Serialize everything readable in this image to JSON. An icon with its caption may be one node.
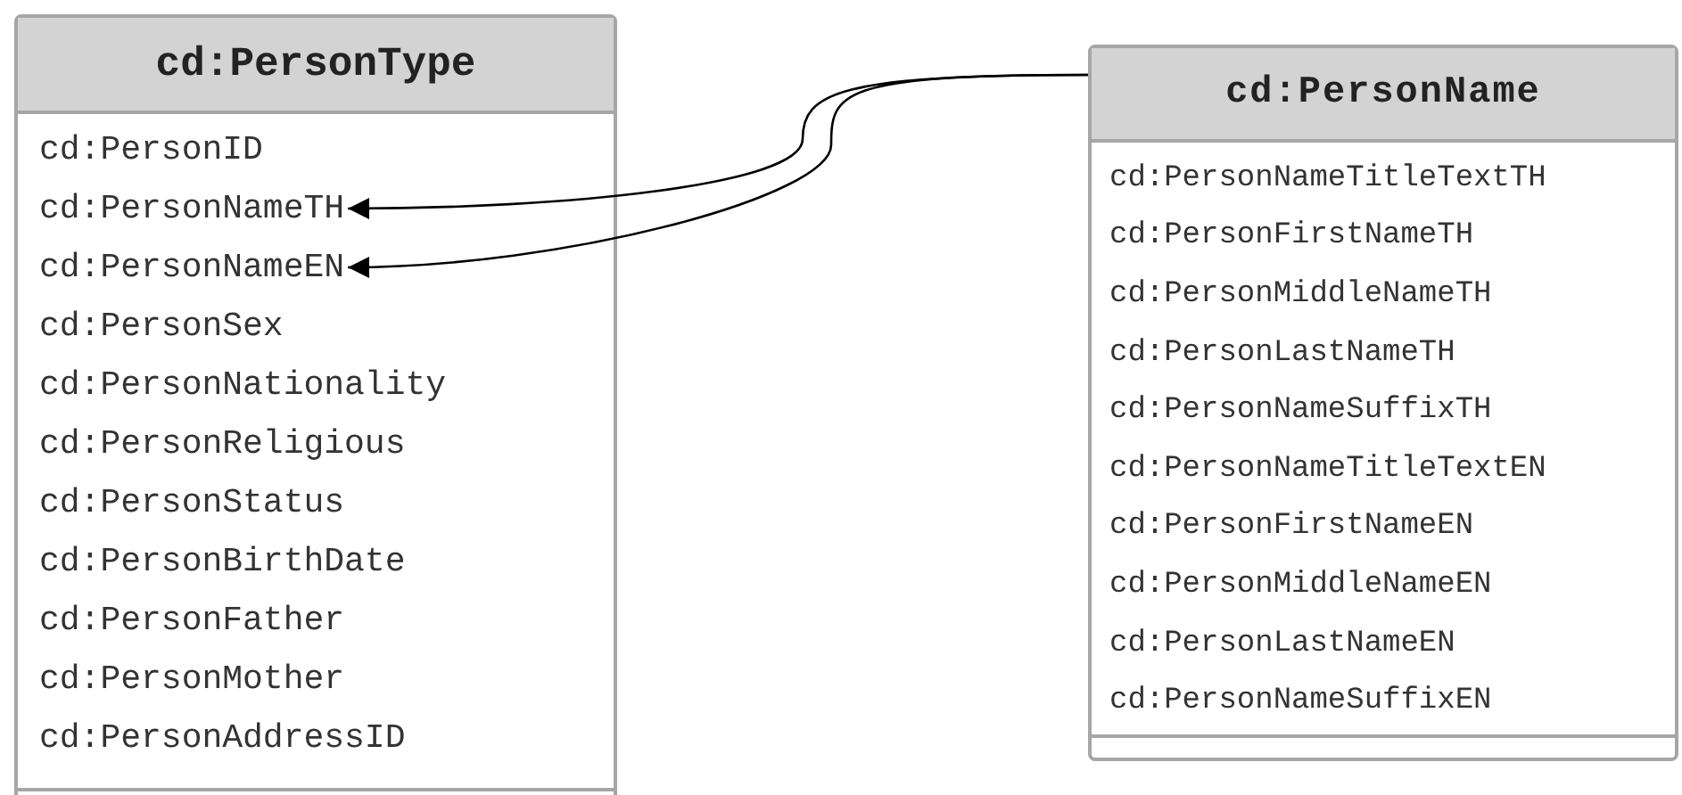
{
  "diagram": {
    "nodes": [
      {
        "text": [
          "cd:PersonType"
        ]
      },
      {
        "text": [
          "cd:PersonID"
        ],
        "in": 0
      },
      {
        "text": [
          "cd:PersonNameTH"
        ],
        "in": 0
      },
      {
        "text": [
          "cd:PersonNameEN"
        ],
        "in": 0
      },
      {
        "text": [
          "cd:PersonSex"
        ],
        "in": 0
      },
      {
        "text": [
          "cd:PersonNationality"
        ],
        "in": 0
      },
      {
        "text": [
          "cd:PersonReligious"
        ],
        "in": 0
      },
      {
        "text": [
          "cd:PersonStatus"
        ],
        "in": 0
      },
      {
        "text": [
          "cd:PersonBirthDate"
        ],
        "in": 0
      },
      {
        "text": [
          "cd:PersonFather"
        ],
        "in": 0
      },
      {
        "text": [
          "cd:PersonMother"
        ],
        "in": 0
      },
      {
        "text": [
          "cd:PersonAddressID"
        ],
        "in": 0
      },
      {
        "text": [
          "cd:PersonName"
        ]
      },
      {
        "text": [
          "cd:PersonNameTitleTextTH"
        ],
        "in": 12
      },
      {
        "text": [
          "cd:PersonFirstNameTH"
        ],
        "in": 12
      },
      {
        "text": [
          "cd:PersonMiddleNameTH"
        ],
        "in": 12
      },
      {
        "text": [
          "cd:PersonLastNameTH"
        ],
        "in": 12
      },
      {
        "text": [
          "cd:PersonNameSuffixTH"
        ],
        "in": 12
      },
      {
        "text": [
          "cd:PersonNameTitleTextEN"
        ],
        "in": 12
      },
      {
        "text": [
          "cd:PersonFirstNameEN"
        ],
        "in": 12
      },
      {
        "text": [
          "cd:PersonMiddleNameEN"
        ],
        "in": 12
      },
      {
        "text": [
          "cd:PersonLastNameEN"
        ],
        "in": 12
      },
      {
        "text": [
          "cd:PersonNameSuffixEN"
        ],
        "in": 12
      }
    ],
    "edges": [
      {
        "from": 12,
        "to": 2,
        "arrow": "to"
      },
      {
        "from": 12,
        "to": 3,
        "arrow": "to"
      }
    ]
  }
}
